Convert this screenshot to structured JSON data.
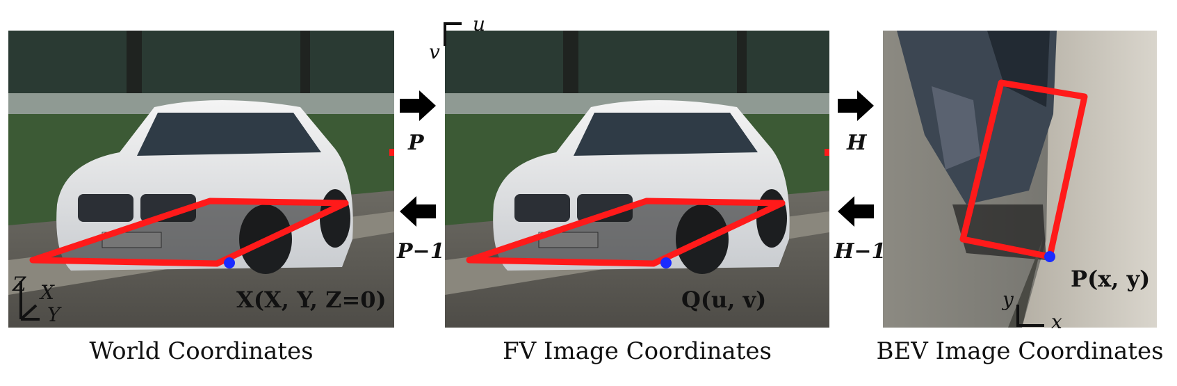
{
  "panels": {
    "world": {
      "caption": "World Coordinates",
      "point_label": "X(X, Y, Z=0)",
      "axes": {
        "z": "Z",
        "x": "X",
        "y": "Y"
      }
    },
    "fv": {
      "caption": "FV Image Coordinates",
      "point_label": "Q(u, v)",
      "axes": {
        "u": "u",
        "v": "v"
      }
    },
    "bev": {
      "caption": "BEV Image Coordinates",
      "point_label": "P(x, y)",
      "axes": {
        "y": "y",
        "x": "x"
      }
    }
  },
  "transforms": {
    "world_to_fv": "P",
    "fv_to_world": "P−1",
    "fv_to_bev": "H",
    "bev_to_fv": "H−1"
  },
  "colors": {
    "bbox": "#ff1a1a",
    "point": "#1a2bff",
    "arrow": "#000000"
  }
}
